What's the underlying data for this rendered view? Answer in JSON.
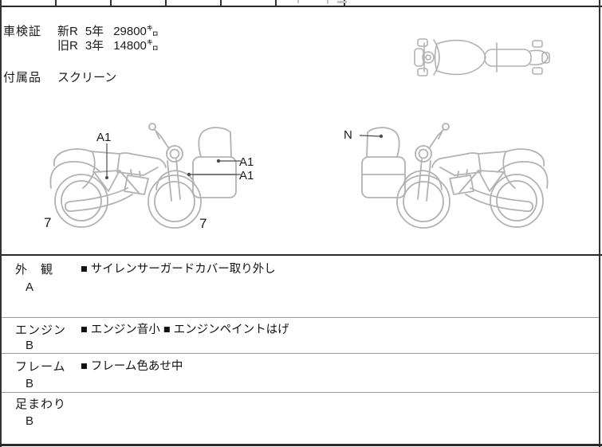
{
  "vehicle_info": {
    "inspection_label": "車検証",
    "inspection_lines": [
      {
        "reg": "新R",
        "year": "5年",
        "odometer": "29800㌔"
      },
      {
        "reg": "旧R",
        "year": "3年",
        "odometer": "14800㌔"
      }
    ],
    "accessories_label": "付属品",
    "accessories_value": "スクリーン"
  },
  "diagram": {
    "labels": {
      "a1_top": "A1",
      "a1_side_1": "A1",
      "a1_side_2": "A1",
      "seven_left": "7",
      "seven_right": "7",
      "n_mark": "N"
    }
  },
  "condition_table": {
    "rows": [
      {
        "category": "外　観",
        "grade": "A",
        "notes": "■ サイレンサーガードカバー取り外し"
      },
      {
        "category": "エンジン",
        "grade": "B",
        "notes": "■ エンジン音小 ■ エンジンペイントはげ"
      },
      {
        "category": "フレーム",
        "grade": "B",
        "notes": "■ フレーム色あせ中"
      },
      {
        "category": "足まわり",
        "grade": "B",
        "notes": ""
      }
    ]
  },
  "colors": {
    "line_art": "#b2b2b2",
    "border_dark": "#333333",
    "row_divider": "#9a9a9a",
    "pointer": "#4d4d4d",
    "text": "#1a1a1a"
  }
}
